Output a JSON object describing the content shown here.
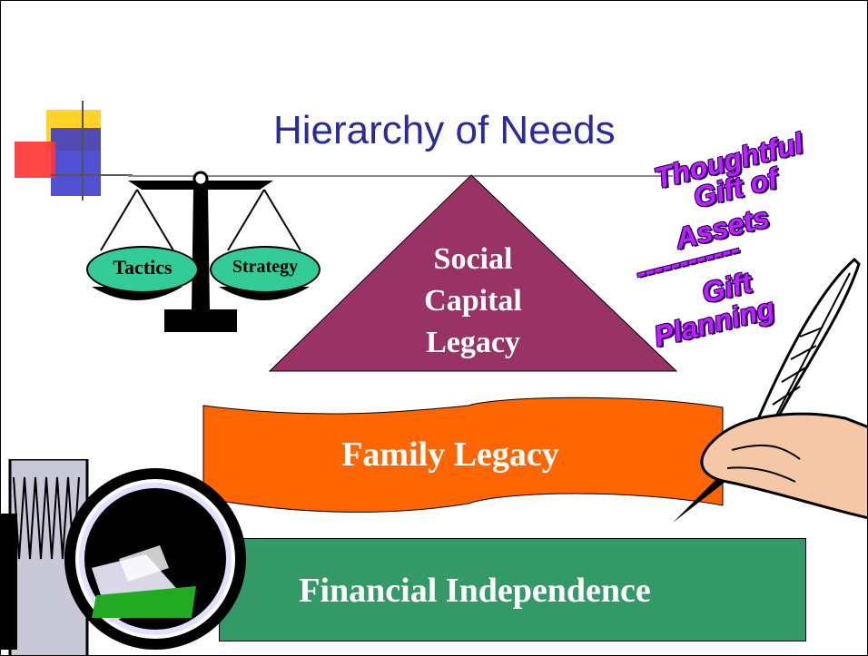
{
  "slide": {
    "title": "Hierarchy of Needs",
    "top_tier": [
      "Social",
      "Capital",
      "Legacy"
    ],
    "middle_tier": "Family Legacy",
    "bottom_tier": "Financial Independence",
    "scale": {
      "left_pan": "Tactics",
      "right_pan": "Strategy"
    },
    "wordart": [
      "Thoughtful",
      "Gift of",
      "Assets",
      "------------",
      "Gift",
      "Planning"
    ]
  },
  "colors": {
    "title": "#2a2a9c",
    "pyramid": "#993366",
    "banner": "#ff6600",
    "bar": "#339966",
    "pan_label_bg": "#33cc99",
    "wordart": "#c020ff"
  },
  "icons": [
    "balance-scale-icon",
    "quill-pen-hand-icon",
    "camera-lens-icon",
    "corner-decoration-icon"
  ]
}
